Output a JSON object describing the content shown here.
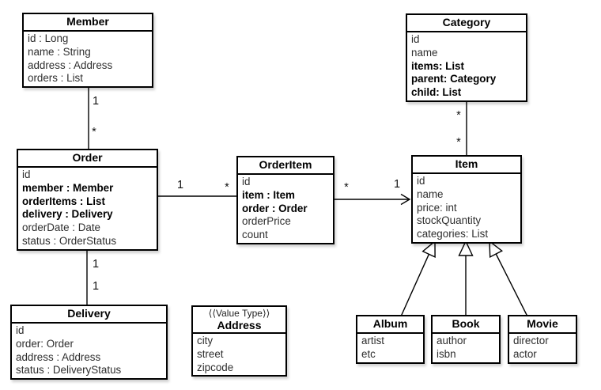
{
  "diagram": {
    "kind": "uml-class-diagram",
    "classes": [
      {
        "name": "Member",
        "attributes": [
          {
            "text": "id : Long"
          },
          {
            "text": "name : String"
          },
          {
            "text": "address : Address"
          },
          {
            "text": "orders : List"
          }
        ]
      },
      {
        "name": "Category",
        "attributes": [
          {
            "text": "id"
          },
          {
            "text": "name"
          },
          {
            "text": "items: List",
            "bold": true
          },
          {
            "text": "parent: Category",
            "bold": true
          },
          {
            "text": "child: List",
            "bold": true
          }
        ]
      },
      {
        "name": "Order",
        "attributes": [
          {
            "text": "id"
          },
          {
            "text": "member : Member",
            "bold": true
          },
          {
            "text": "orderItems : List",
            "bold": true
          },
          {
            "text": "delivery : Delivery",
            "bold": true
          },
          {
            "text": "orderDate : Date"
          },
          {
            "text": "status : OrderStatus"
          }
        ]
      },
      {
        "name": "OrderItem",
        "attributes": [
          {
            "text": "id"
          },
          {
            "text": "item : Item",
            "bold": true
          },
          {
            "text": "order : Order",
            "bold": true
          },
          {
            "text": "orderPrice"
          },
          {
            "text": "count"
          }
        ]
      },
      {
        "name": "Item",
        "attributes": [
          {
            "text": "id"
          },
          {
            "text": "name"
          },
          {
            "text": "price: int"
          },
          {
            "text": "stockQuantity"
          },
          {
            "text": "categories: List"
          }
        ]
      },
      {
        "name": "Delivery",
        "attributes": [
          {
            "text": "id"
          },
          {
            "text": "order: Order"
          },
          {
            "text": "address : Address"
          },
          {
            "text": "status : DeliveryStatus"
          }
        ]
      },
      {
        "name": "Address",
        "stereotype": "⟨⟨Value Type⟩⟩",
        "attributes": [
          {
            "text": "city"
          },
          {
            "text": "street"
          },
          {
            "text": "zipcode"
          }
        ]
      },
      {
        "name": "Album",
        "attributes": [
          {
            "text": "artist"
          },
          {
            "text": "etc"
          }
        ]
      },
      {
        "name": "Book",
        "attributes": [
          {
            "text": "author"
          },
          {
            "text": "isbn"
          }
        ]
      },
      {
        "name": "Movie",
        "attributes": [
          {
            "text": "director"
          },
          {
            "text": "actor"
          }
        ]
      }
    ],
    "relationships": [
      {
        "type": "association",
        "from": "Member",
        "to": "Order",
        "source_label": "1",
        "target_label": "*"
      },
      {
        "type": "association",
        "from": "Category",
        "to": "Item",
        "source_label": "*",
        "target_label": "*"
      },
      {
        "type": "association",
        "from": "Order",
        "to": "OrderItem",
        "source_label": "1",
        "target_label": "*"
      },
      {
        "type": "directed-association",
        "from": "OrderItem",
        "to": "Item",
        "source_label": "*",
        "target_label": "1"
      },
      {
        "type": "association",
        "from": "Order",
        "to": "Delivery",
        "source_label": "1",
        "target_label": "1"
      },
      {
        "type": "generalization",
        "from": "Album",
        "to": "Item"
      },
      {
        "type": "generalization",
        "from": "Book",
        "to": "Item"
      },
      {
        "type": "generalization",
        "from": "Movie",
        "to": "Item"
      }
    ],
    "colors": {
      "line": "#000000",
      "box_border": "#000000",
      "box_fill": "#ffffff",
      "text": "#000000"
    }
  }
}
